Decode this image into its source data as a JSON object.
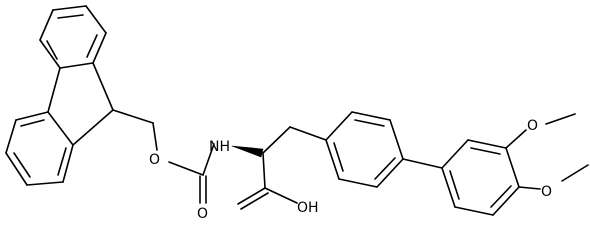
{
  "molecule": {
    "atom_labels": {
      "nh": "NH",
      "o_carbamate_ester": "O",
      "o_carbonyl": "O",
      "oh": "OH",
      "o_methoxy_3": "O",
      "o_methoxy_4": "O"
    }
  },
  "colors": {
    "bond": "#000000",
    "label": "#000000",
    "background": "#ffffff"
  }
}
